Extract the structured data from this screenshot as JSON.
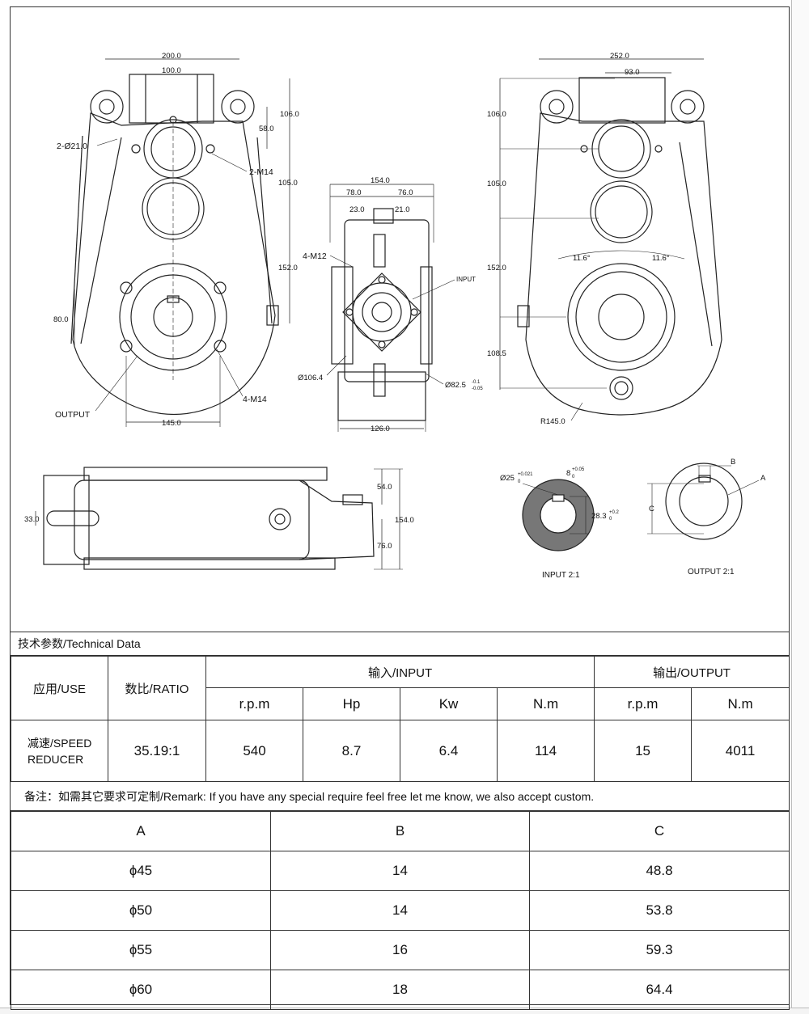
{
  "drawing": {
    "front": {
      "dims": {
        "w200": "200.0",
        "w100": "100.0",
        "h106": "106.0",
        "h58": "58.0",
        "h105": "105.0",
        "h152": "152.0",
        "h80": "80.0",
        "w145": "145.0"
      },
      "labels": {
        "holes": "2-Ø21.0",
        "m14_top": "2-M14",
        "m14_bottom": "4-M14",
        "output": "OUTPUT"
      }
    },
    "center": {
      "dims": {
        "w154": "154.0",
        "w78": "78.0",
        "w76": "76.0",
        "w23": "23.0",
        "w21": "21.0",
        "d106": "Ø106.4",
        "d82": "Ø82.5",
        "d82_tol_up": "-0.1",
        "d82_tol_dn": "-0.05",
        "w126": "126.0"
      },
      "labels": {
        "m12": "4-M12",
        "input": "INPUT"
      }
    },
    "back": {
      "dims": {
        "w252": "252.0",
        "w93": "93.0",
        "h106": "106.0",
        "h105": "105.0",
        "h152": "152.0",
        "h108": "108.5",
        "r145": "R145.0",
        "ang_l": "11.6°",
        "ang_r": "11.6°"
      }
    },
    "side": {
      "dims": {
        "h33": "33.0",
        "h54": "54.0",
        "h154": "154.0",
        "h76": "76.0"
      }
    },
    "input_section": {
      "d25": "Ø25",
      "d25_tol_up": "+0.021",
      "d25_tol_dn": "0",
      "k8": "8",
      "k8_tol_up": "+0.05",
      "k8_tol_dn": "0",
      "h28": "28.3",
      "h28_tol_up": "+0.2",
      "h28_tol_dn": "0",
      "caption": "INPUT 2:1"
    },
    "output_section": {
      "a": "A",
      "b": "B",
      "c": "C",
      "caption": "OUTPUT 2:1"
    }
  },
  "tech": {
    "title": "技术参数/Technical Data",
    "headers": {
      "use": "应用/USE",
      "ratio": "数比/RATIO",
      "input": "输入/INPUT",
      "output": "输出/OUTPUT",
      "rpm": "r.p.m",
      "hp": "Hp",
      "kw": "Kw",
      "nm": "N.m",
      "out_rpm": "r.p.m",
      "out_nm": "N.m"
    },
    "row": {
      "use": "减速/SPEED REDUCER",
      "ratio": "35.19:1",
      "rpm": "540",
      "hp": "8.7",
      "kw": "6.4",
      "nm": "114",
      "out_rpm": "15",
      "out_nm": "4011"
    },
    "remark": "备注：如需其它要求可定制/Remark: If you have any special require feel free let me know, we also accept custom."
  },
  "keys": {
    "headers": [
      "A",
      "B",
      "C"
    ],
    "rows": [
      [
        "ɸ45",
        "14",
        "48.8"
      ],
      [
        "ɸ50",
        "14",
        "53.8"
      ],
      [
        "ɸ55",
        "16",
        "59.3"
      ],
      [
        "ɸ60",
        "18",
        "64.4"
      ]
    ]
  }
}
